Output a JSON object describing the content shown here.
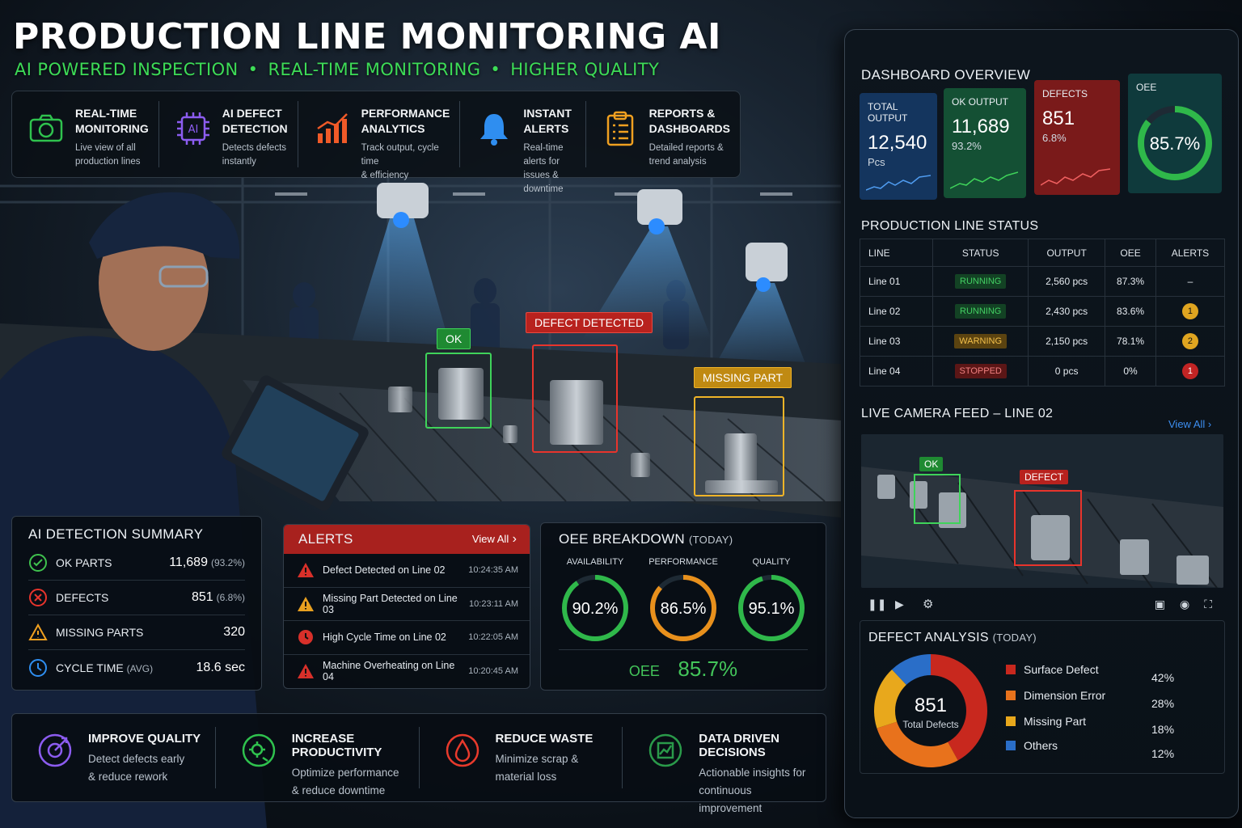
{
  "title": "PRODUCTION LINE MONITORING AI",
  "subtitle": {
    "part1": "AI POWERED INSPECTION",
    "part2": "REAL-TIME MONITORING",
    "part3": "HIGHER QUALITY",
    "separator": "•"
  },
  "features": [
    {
      "icon": "camera-icon",
      "title": "REAL-TIME\nMONITORING",
      "desc": "Live view of all\nproduction lines",
      "color": "#2fc24e"
    },
    {
      "icon": "ai-chip-icon",
      "title": "AI DEFECT\nDETECTION",
      "desc": "Detects defects\ninstantly",
      "color": "#8c5cf0"
    },
    {
      "icon": "bar-chart-icon",
      "title": "PERFORMANCE\nANALYTICS",
      "desc": "Track output, cycle time\n& efficiency",
      "color": "#f05a28"
    },
    {
      "icon": "bell-icon",
      "title": "INSTANT\nALERTS",
      "desc": "Real-time alerts for\nissues & downtime",
      "color": "#2f8ef0"
    },
    {
      "icon": "clipboard-icon",
      "title": "REPORTS &\nDASHBOARDS",
      "desc": "Detailed reports &\ntrend analysis",
      "color": "#f0a020"
    }
  ],
  "detection_tags": {
    "ok": "OK",
    "defect": "DEFECT DETECTED",
    "missing": "MISSING PART"
  },
  "ai_summary": {
    "title": "AI DETECTION SUMMARY",
    "rows": [
      {
        "icon": "check-circle-icon",
        "label": "OK PARTS",
        "value": "11,689",
        "sub": "(93.2%)"
      },
      {
        "icon": "x-circle-icon",
        "label": "DEFECTS",
        "value": "851",
        "sub": "(6.8%)"
      },
      {
        "icon": "warning-triangle-icon",
        "label": "MISSING PARTS",
        "value": "320",
        "sub": ""
      },
      {
        "icon": "clock-icon",
        "label": "CYCLE TIME",
        "label_sub": "(AVG)",
        "value": "18.6 sec",
        "sub": ""
      }
    ]
  },
  "alerts": {
    "title": "ALERTS",
    "view_all": "View All",
    "items": [
      {
        "icon": "red-warning-icon",
        "text": "Defect Detected on Line 02",
        "time": "10:24:35 AM"
      },
      {
        "icon": "amber-warning-icon",
        "text": "Missing Part Detected on Line 03",
        "time": "10:23:11 AM"
      },
      {
        "icon": "red-clock-icon",
        "text": "High Cycle Time on Line 02",
        "time": "10:22:05 AM"
      },
      {
        "icon": "red-warning-icon",
        "text": "Machine Overheating on Line 04",
        "time": "10:20:45 AM"
      }
    ]
  },
  "oee_breakdown": {
    "title": "OEE BREAKDOWN",
    "title_sub": "(TODAY)",
    "gauges": [
      {
        "label": "AVAILABILITY",
        "value": "90.2%",
        "fraction": 0.902,
        "color": "#2fb84a"
      },
      {
        "label": "PERFORMANCE",
        "value": "86.5%",
        "fraction": 0.865,
        "color": "#e8901c"
      },
      {
        "label": "QUALITY",
        "value": "95.1%",
        "fraction": 0.951,
        "color": "#2fb84a"
      }
    ],
    "oee_label": "OEE",
    "oee_value": "85.7%"
  },
  "benefits": [
    {
      "icon": "quality-target-icon",
      "title": "IMPROVE QUALITY",
      "desc": "Detect defects early\n& reduce rework",
      "color": "#8c5cf0"
    },
    {
      "icon": "productivity-gear-icon",
      "title": "INCREASE PRODUCTIVITY",
      "desc": "Optimize performance\n& reduce downtime",
      "color": "#2fc24e"
    },
    {
      "icon": "waste-drop-icon",
      "title": "REDUCE WASTE",
      "desc": "Minimize scrap &\nmaterial loss",
      "color": "#e83a2c"
    },
    {
      "icon": "data-chart-icon",
      "title": "DATA DRIVEN DECISIONS",
      "desc": "Actionable insights for\ncontinuous improvement",
      "color": "#2a9a4a"
    }
  ],
  "dashboard": {
    "title": "DASHBOARD OVERVIEW",
    "kpis": [
      {
        "label": "TOTAL OUTPUT",
        "value": "12,540",
        "sub": "Pcs",
        "color": "#14355e"
      },
      {
        "label": "OK OUTPUT",
        "value": "11,689",
        "sub": "93.2%",
        "color": "#145034"
      },
      {
        "label": "DEFECTS",
        "value": "851",
        "sub": "6.8%",
        "color": "#7a1a1a"
      },
      {
        "label": "OEE",
        "value": "85.7%",
        "fraction": 0.857,
        "color": "#0f3a3c"
      }
    ],
    "line_status": {
      "title": "PRODUCTION LINE STATUS",
      "headers": [
        "LINE",
        "STATUS",
        "OUTPUT",
        "OEE",
        "ALERTS"
      ],
      "rows": [
        {
          "line": "Line 01",
          "status": "RUNNING",
          "output": "2,560 pcs",
          "oee": "87.3%",
          "alerts": "–"
        },
        {
          "line": "Line 02",
          "status": "RUNNING",
          "output": "2,430 pcs",
          "oee": "83.6%",
          "alerts": "1"
        },
        {
          "line": "Line 03",
          "status": "WARNING",
          "output": "2,150 pcs",
          "oee": "78.1%",
          "alerts": "2"
        },
        {
          "line": "Line 04",
          "status": "STOPPED",
          "output": "0 pcs",
          "oee": "0%",
          "alerts": "1"
        }
      ]
    },
    "camera": {
      "title": "LIVE CAMERA FEED – LINE 02",
      "view_all": "View All",
      "ok_tag": "OK",
      "defect_tag": "DEFECT"
    },
    "defect_analysis": {
      "title": "DEFECT ANALYSIS",
      "title_sub": "(TODAY)",
      "total": "851",
      "total_label": "Total Defects",
      "legend": [
        {
          "name": "Surface Defect",
          "pct": "42%",
          "color": "#c8281e"
        },
        {
          "name": "Dimension Error",
          "pct": "28%",
          "color": "#e8721c"
        },
        {
          "name": "Missing Part",
          "pct": "18%",
          "color": "#e8a81c"
        },
        {
          "name": "Others",
          "pct": "12%",
          "color": "#2a6ec8"
        }
      ]
    }
  },
  "chart_data": {
    "type": "pie",
    "categories": [
      "Surface Defect",
      "Dimension Error",
      "Missing Part",
      "Others"
    ],
    "values": [
      42,
      28,
      18,
      12
    ],
    "title": "DEFECT ANALYSIS (TODAY)"
  }
}
